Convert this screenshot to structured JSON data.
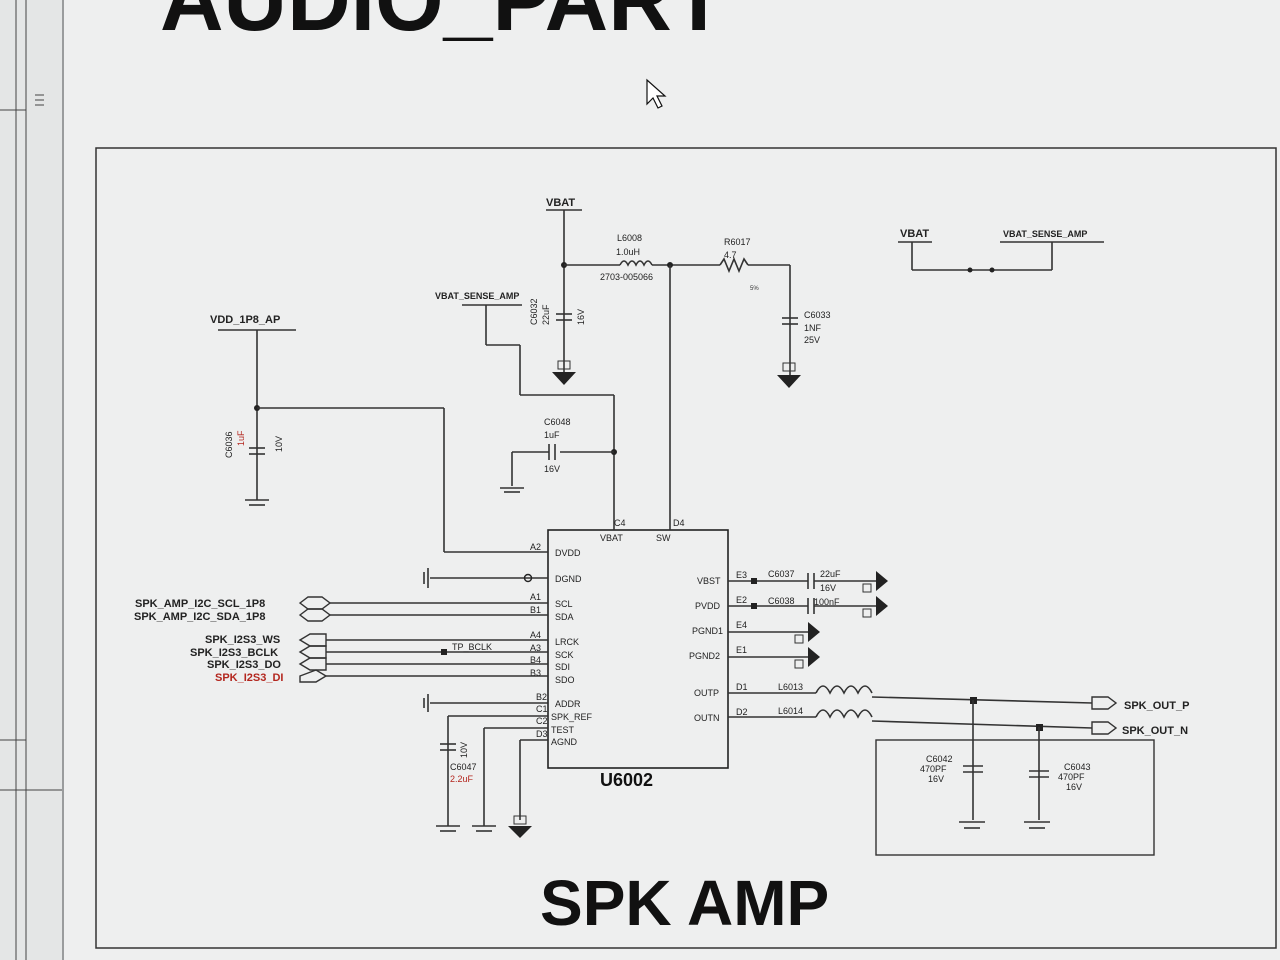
{
  "page_title": "AUDIO_PART",
  "block_title": "SPK AMP",
  "chip": {
    "ref": "U6002",
    "left_pins": [
      {
        "ball": "A2",
        "name": "DVDD"
      },
      {
        "ball": "",
        "name": "DGND"
      },
      {
        "ball": "A1",
        "name": "SCL"
      },
      {
        "ball": "B1",
        "name": "SDA"
      },
      {
        "ball": "A4",
        "name": "LRCK"
      },
      {
        "ball": "A3",
        "name": "SCK"
      },
      {
        "ball": "B4",
        "name": "SDI"
      },
      {
        "ball": "B3",
        "name": "SDO"
      },
      {
        "ball": "B2",
        "name": "ADDR"
      },
      {
        "ball": "C1",
        "name": "SPK_REF"
      },
      {
        "ball": "C2",
        "name": "TEST"
      },
      {
        "ball": "D3",
        "name": "AGND"
      }
    ],
    "top_pins": [
      {
        "ball": "C4",
        "name": "VBAT"
      },
      {
        "ball": "D4",
        "name": "SW"
      }
    ],
    "right_pins": [
      {
        "ball": "E3",
        "name": "VBST"
      },
      {
        "ball": "E2",
        "name": "PVDD"
      },
      {
        "ball": "E4",
        "name": "PGND1"
      },
      {
        "ball": "E1",
        "name": "PGND2"
      },
      {
        "ball": "D1",
        "name": "OUTP"
      },
      {
        "ball": "D2",
        "name": "OUTN"
      }
    ]
  },
  "nets": {
    "vbat": "VBAT",
    "vbat_right": "VBAT",
    "vbat_sense_amp": "VBAT_SENSE_AMP",
    "vbat_sense_amp_right": "VBAT_SENSE_AMP",
    "vdd_1p8_ap": "VDD_1P8_AP",
    "i2c_scl": "SPK_AMP_I2C_SCL_1P8",
    "i2c_sda": "SPK_AMP_I2C_SDA_1P8",
    "i2s_ws": "SPK_I2S3_WS",
    "i2s_bclk": "SPK_I2S3_BCLK",
    "i2s_do": "SPK_I2S3_DO",
    "i2s_di": "SPK_I2S3_DI",
    "tp_bclk": "TP_BCLK",
    "out_p": "SPK_OUT_P",
    "out_n": "SPK_OUT_N"
  },
  "components": {
    "l6008": {
      "ref": "L6008",
      "value": "1.0uH",
      "part": "2703-005066"
    },
    "r6017": {
      "ref": "R6017",
      "value": "4.7",
      "tol": "5%"
    },
    "c6032": {
      "ref": "C6032",
      "value": "22uF",
      "rating": "16V"
    },
    "c6033": {
      "ref": "C6033",
      "value": "1NF",
      "rating": "25V"
    },
    "c6048": {
      "ref": "C6048",
      "value": "1uF",
      "rating": "16V"
    },
    "c6036": {
      "ref": "C6036",
      "value": "1uF",
      "rating": "10V"
    },
    "c6037": {
      "ref": "C6037",
      "value": "22uF",
      "rating": "16V"
    },
    "c6038": {
      "ref": "C6038",
      "value": "100nF"
    },
    "c6047": {
      "ref": "C6047",
      "value": "2.2uF",
      "rating": "10V"
    },
    "l6013": {
      "ref": "L6013"
    },
    "l6014": {
      "ref": "L6014"
    },
    "c6042": {
      "ref": "C6042",
      "value": "470PF",
      "rating": "16V"
    },
    "c6043": {
      "ref": "C6043",
      "value": "470PF",
      "rating": "16V"
    }
  },
  "colors": {
    "accent_red": "#b3261e",
    "wire": "#333333"
  }
}
